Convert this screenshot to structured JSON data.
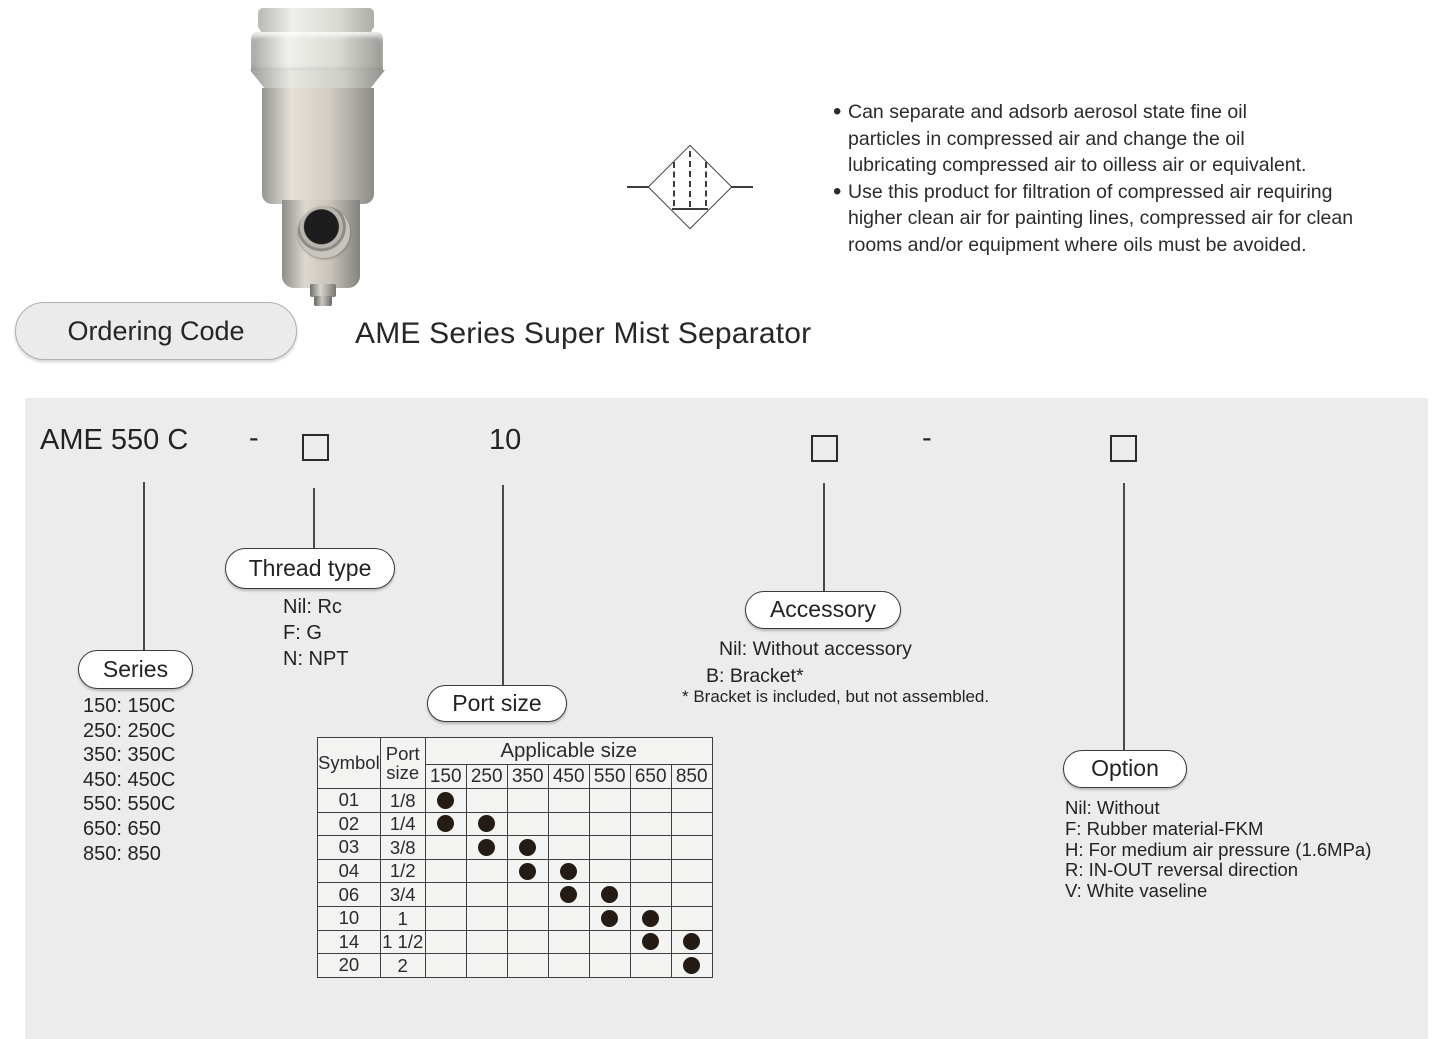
{
  "page": {
    "badge": "Ordering Code",
    "title": "AME Series Super Mist Separator"
  },
  "features": {
    "items": [
      {
        "bullet": "•",
        "text": "Can separate and adsorb aerosol state fine oil\nparticles in compressed air and change the oil\nlubricating compressed air to oilless air or equivalent."
      },
      {
        "bullet": "•",
        "text": "Use this product for filtration of compressed air requiring\nhigher clean air for painting lines, compressed air for clean\nrooms and/or equipment where oils must be avoided."
      }
    ]
  },
  "ordering_code": {
    "model": "AME 550 C",
    "separator1": "-",
    "port_size_value": "10",
    "separator2": "-"
  },
  "sections": {
    "series": {
      "label": "Series",
      "items": [
        "150: 150C",
        "250: 250C",
        "350: 350C",
        "450: 450C",
        "550: 550C",
        "650: 650",
        "850: 850"
      ]
    },
    "thread_type": {
      "label": "Thread type",
      "items": [
        "Nil: Rc",
        "F: G",
        "N: NPT"
      ]
    },
    "port_size": {
      "label": "Port size"
    },
    "accessory": {
      "label": "Accessory",
      "items": [
        "Nil: Without accessory",
        "B: Bracket*"
      ],
      "note": "* Bracket is included, but not assembled."
    },
    "option": {
      "label": "Option",
      "items": [
        "Nil: Without",
        "F: Rubber material-FKM",
        "H: For medium air pressure (1.6MPa)",
        "R: IN-OUT reversal direction",
        "V: White vaseline"
      ]
    }
  },
  "port_table": {
    "headers": {
      "symbol": "Symbol",
      "port_size": "Port size",
      "applicable_size": "Applicable size"
    },
    "sizes": [
      "150",
      "250",
      "350",
      "450",
      "550",
      "650",
      "850"
    ],
    "rows": [
      {
        "symbol": "01",
        "port": "1/8",
        "marks": [
          "150"
        ]
      },
      {
        "symbol": "02",
        "port": "1/4",
        "marks": [
          "150",
          "250"
        ]
      },
      {
        "symbol": "03",
        "port": "3/8",
        "marks": [
          "250",
          "350"
        ]
      },
      {
        "symbol": "04",
        "port": "1/2",
        "marks": [
          "350",
          "450"
        ]
      },
      {
        "symbol": "06",
        "port": "3/4",
        "marks": [
          "450",
          "550"
        ]
      },
      {
        "symbol": "10",
        "port": "1",
        "marks": [
          "550",
          "650"
        ]
      },
      {
        "symbol": "14",
        "port": "1 1/2",
        "marks": [
          "650",
          "850"
        ]
      },
      {
        "symbol": "20",
        "port": "2",
        "marks": [
          "850"
        ]
      }
    ]
  },
  "colors": {
    "panel_bg": "#ececec",
    "text": "#2b2b2b",
    "dot": "#241b15"
  }
}
